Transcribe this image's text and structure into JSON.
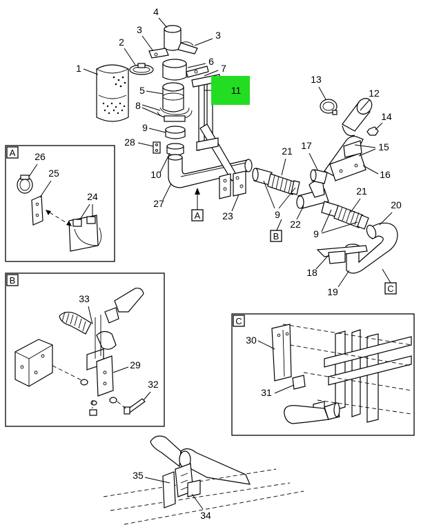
{
  "highlight": {
    "label": "11",
    "color": "#22dd22"
  },
  "callouts": {
    "c1": "1",
    "c2": "2",
    "c3a": "3",
    "c3b": "3",
    "c4": "4",
    "c5": "5",
    "c6": "6",
    "c7": "7",
    "c8": "8",
    "c9a": "9",
    "c9b": "9",
    "c9c": "9",
    "c10": "10",
    "c12": "12",
    "c13": "13",
    "c14": "14",
    "c15": "15",
    "c16": "16",
    "c17": "17",
    "c18": "18",
    "c19": "19",
    "c20": "20",
    "c21a": "21",
    "c21b": "21",
    "c22": "22",
    "c23": "23",
    "c24": "24",
    "c25": "25",
    "c26": "26",
    "c27": "27",
    "c28": "28",
    "c29": "29",
    "c30": "30",
    "c31": "31",
    "c32": "32",
    "c33": "33",
    "c34": "34",
    "c35": "35"
  },
  "view_refs": {
    "main_a": "A",
    "main_b": "B",
    "main_c": "C",
    "detail_a": "A",
    "detail_b": "B",
    "detail_c": "C"
  }
}
